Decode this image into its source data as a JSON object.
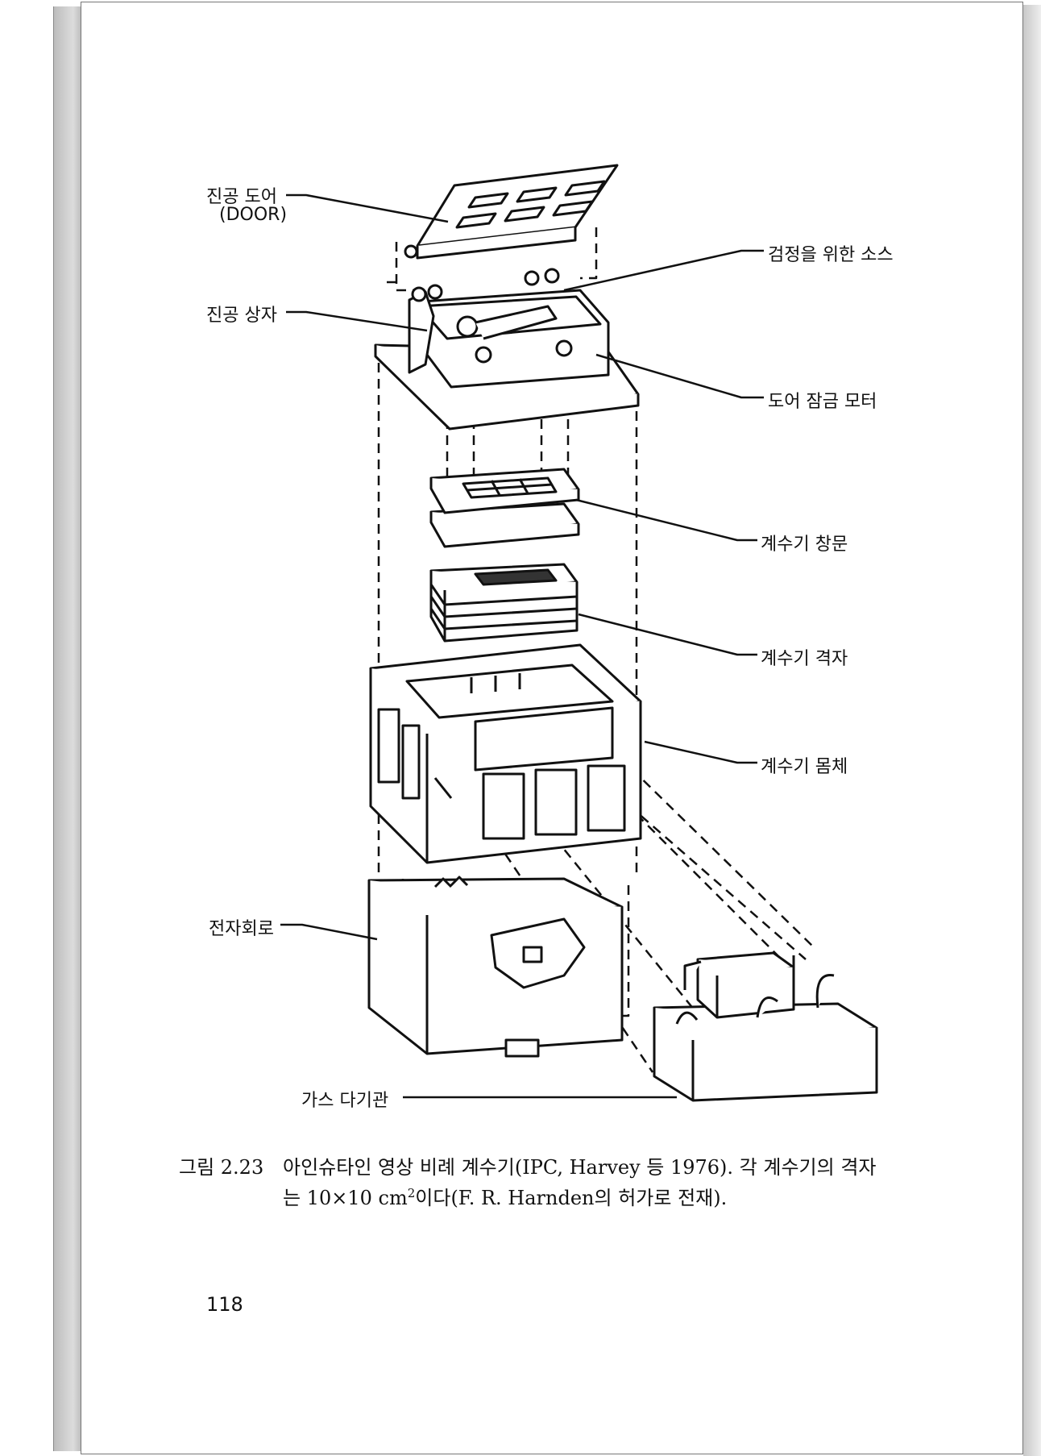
{
  "labels": {
    "vacuum_door": "진공 도어",
    "vacuum_door_en": "(DOOR)",
    "calibration_source": "검정을 위한 소스",
    "vacuum_box": "진공 상자",
    "door_lock_motor": "도어 잠금 모터",
    "counter_window": "계수기 창문",
    "counter_grid": "계수기 격자",
    "counter_body": "계수기 몸체",
    "electronics": "전자회로",
    "gas_manifold": "가스 다기관"
  },
  "caption": {
    "figure_number": "그림 2.23",
    "line1": "아인슈타인 영상 비례 계수기(IPC, Harvey 등 1976). 각 계수기의 격자",
    "line2_pre": "는 10×10 cm",
    "line2_sup": "2",
    "line2_post": "이다(F. R. Harnden의 허가로 전재)."
  },
  "page_number": "118"
}
